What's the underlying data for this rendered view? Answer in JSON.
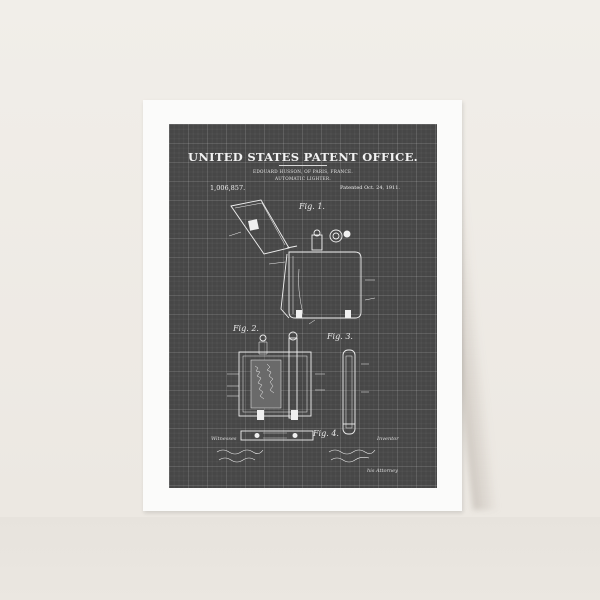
{
  "scene": {
    "wall_color": "#efece7",
    "paper_color": "#fbfbfa",
    "print_background": "#474747",
    "line_color": "#f0f0f0"
  },
  "patent": {
    "office_heading": "UNITED STATES PATENT OFFICE.",
    "inventor_line": "EDOUARD HUSSON, OF PARIS, FRANCE.",
    "subject_line": "AUTOMATIC LIGHTER.",
    "patent_number": "1,006,857.",
    "patented_date": "Patented Oct. 24, 1911."
  },
  "figures": {
    "fig1_label": "Fig. 1.",
    "fig2_label": "Fig. 2.",
    "fig3_label": "Fig. 3.",
    "fig4_label": "Fig. 4."
  },
  "signatures": {
    "witnesses_label": "Witnesses",
    "inventor_label": "Inventor",
    "attorney_label": "his Attorney"
  }
}
